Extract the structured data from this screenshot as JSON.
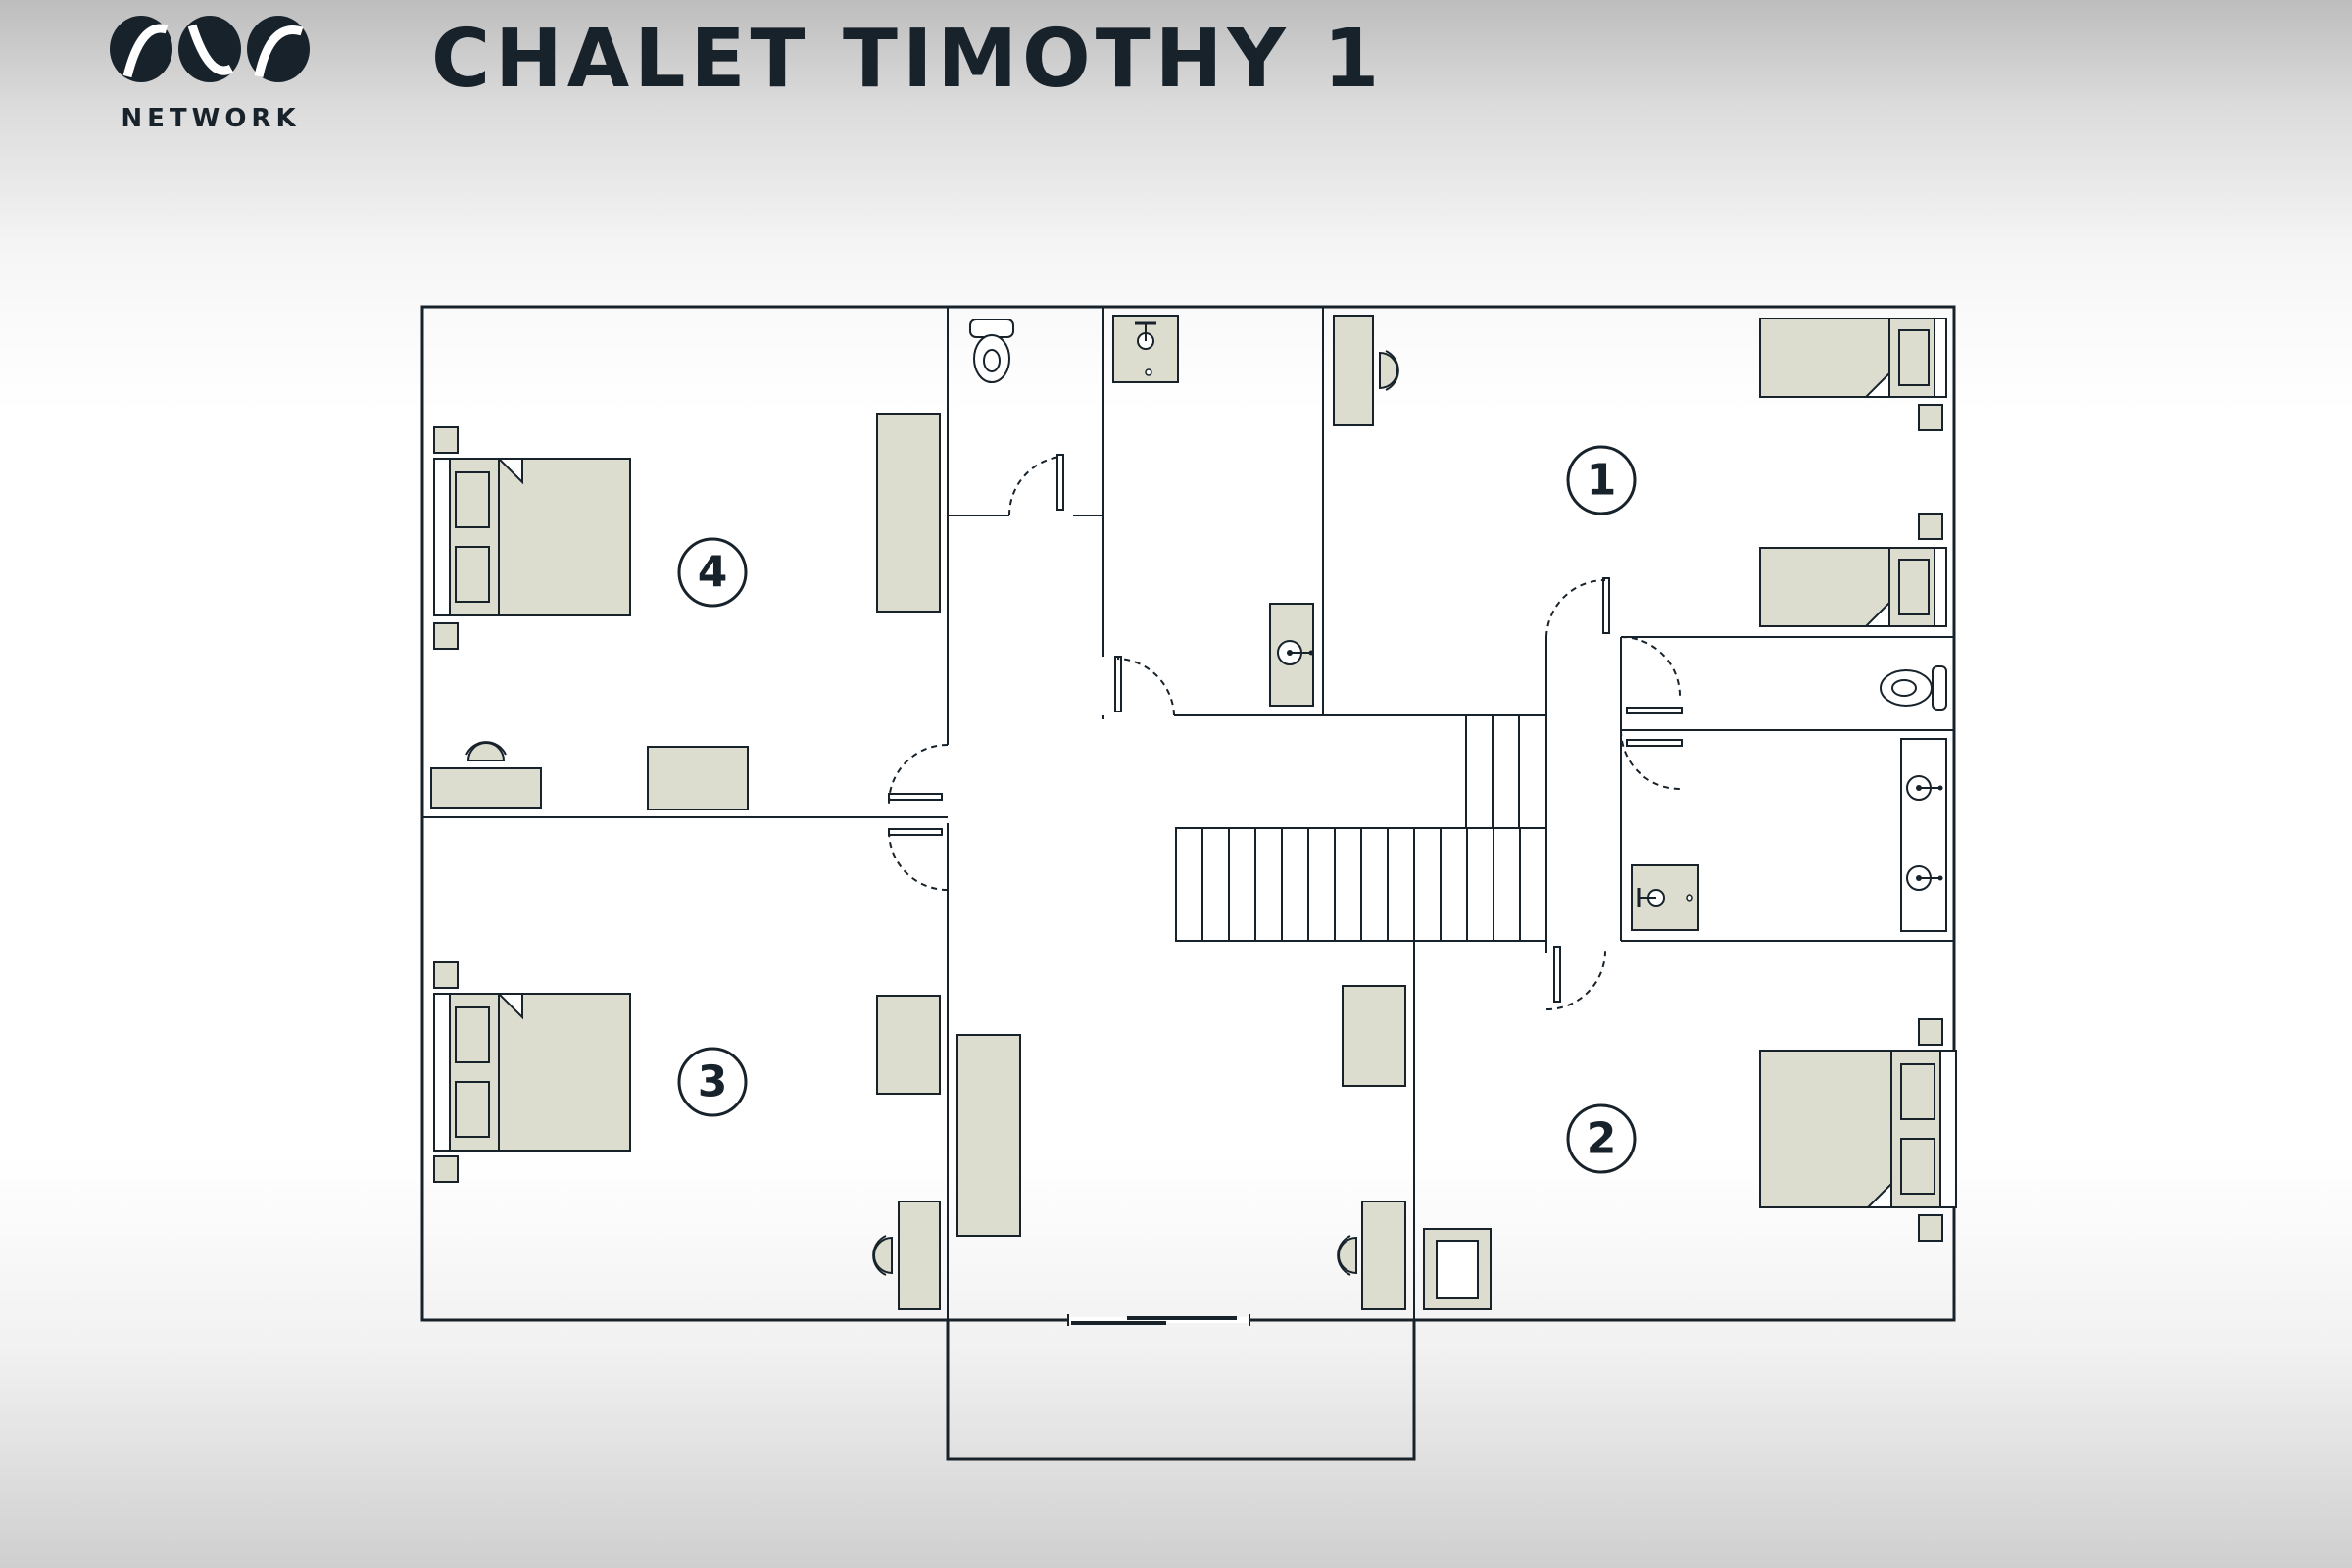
{
  "brand": {
    "logo_text": "NETWORK",
    "logo_icon": "oxo-logo-icon"
  },
  "header": {
    "title": "CHALET TIMOTHY 1"
  },
  "floorplan": {
    "rooms": [
      {
        "id": "bedroom-1",
        "label": "1"
      },
      {
        "id": "bedroom-2",
        "label": "2"
      },
      {
        "id": "bedroom-3",
        "label": "3"
      },
      {
        "id": "bedroom-4",
        "label": "4"
      }
    ]
  },
  "colors": {
    "ink": "#17222b",
    "furniture_fill": "#dcdccf",
    "background": "#ffffff"
  }
}
